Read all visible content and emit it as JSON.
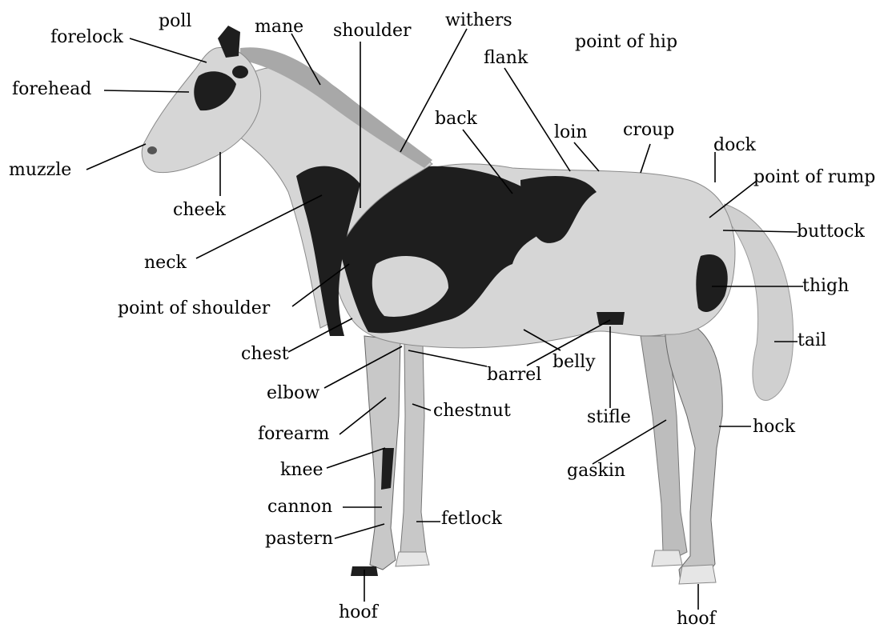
{
  "labels": {
    "poll": "poll",
    "forelock": "forelock",
    "forehead": "forehead",
    "muzzle": "muzzle",
    "cheek": "cheek",
    "neck": "neck",
    "point_of_shoulder": "point of shoulder",
    "chest": "chest",
    "elbow": "elbow",
    "forearm": "forearm",
    "knee": "knee",
    "cannon": "cannon",
    "pastern": "pastern",
    "hoof_front": "hoof",
    "mane": "mane",
    "shoulder": "shoulder",
    "withers": "withers",
    "point_of_hip": "point of hip",
    "flank": "flank",
    "back": "back",
    "loin": "loin",
    "croup": "croup",
    "dock": "dock",
    "point_of_rump": "point of rump",
    "buttock": "buttock",
    "thigh": "thigh",
    "tail": "tail",
    "belly": "belly",
    "barrel": "barrel",
    "chestnut": "chestnut",
    "stifle": "stifle",
    "hock": "hock",
    "gaskin": "gaskin",
    "fetlock": "fetlock",
    "hoof_back": "hoof"
  },
  "colors": {
    "background": "#ffffff",
    "coat_light": "#d6d6d6",
    "coat_dark": "#1e1e1e",
    "leg_gray": "#b8b8b8",
    "line": "#000000"
  }
}
